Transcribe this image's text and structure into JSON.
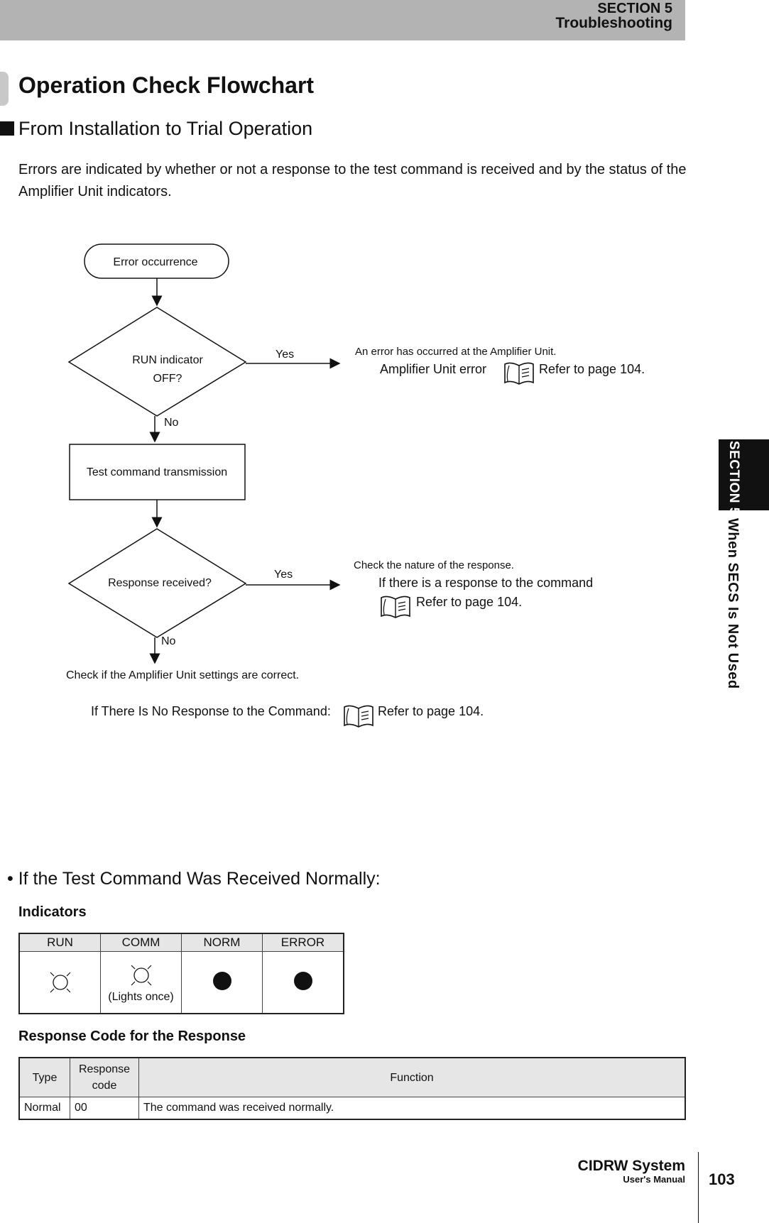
{
  "header": {
    "section": "SECTION 5",
    "subtitle": "Troubleshooting"
  },
  "page_title": "Operation Check Flowchart",
  "subheading": "From Installation to Trial Operation",
  "intro": "Errors are indicated by whether or not a response to the test command is received and by the status of the Amplifier Unit indicators.",
  "side_tab": {
    "section": "SECTION 5",
    "title": "When SECS Is Not Used"
  },
  "flowchart": {
    "start": "Error occurrence",
    "decision1_line1": "RUN indicator",
    "decision1_line2": "OFF?",
    "yes1": "Yes",
    "no1": "No",
    "result1_note": "An error has occurred at the Amplifier Unit.",
    "result1_label": "Amplifier Unit error",
    "result1_ref": "Refer to page 104.",
    "process": "Test command transmission",
    "decision2": "Response received?",
    "yes2": "Yes",
    "no2": "No",
    "result2_note": "Check the nature of the response.",
    "result2_label": "If there is a response to the command",
    "result2_ref": "Refer to page 104.",
    "end_note": "Check if the Amplifier Unit settings are correct.",
    "end_label": "If There Is No Response to the Command:",
    "end_ref": "Refer to page 104.",
    "ref_icon": "manual-book-icon"
  },
  "bullet_heading": "• If the Test Command Was Received Normally:",
  "indicators": {
    "heading": "Indicators",
    "columns": [
      "RUN",
      "COMM",
      "NORM",
      "ERROR"
    ],
    "states": [
      "lit",
      "lit",
      "off",
      "off"
    ],
    "comm_note": "(Lights once)"
  },
  "response_code": {
    "heading": "Response Code for the Response",
    "headers": [
      "Type",
      "Response code",
      "Function"
    ],
    "rows": [
      [
        "Normal",
        "00",
        "The command was received normally."
      ]
    ]
  },
  "footer": {
    "brand": "CIDRW System",
    "manual": "User's Manual",
    "page": "103"
  },
  "colors": {
    "header_bar": "#b3b3b3",
    "side_tab": "#111111",
    "table_header": "#e6e6e6"
  }
}
